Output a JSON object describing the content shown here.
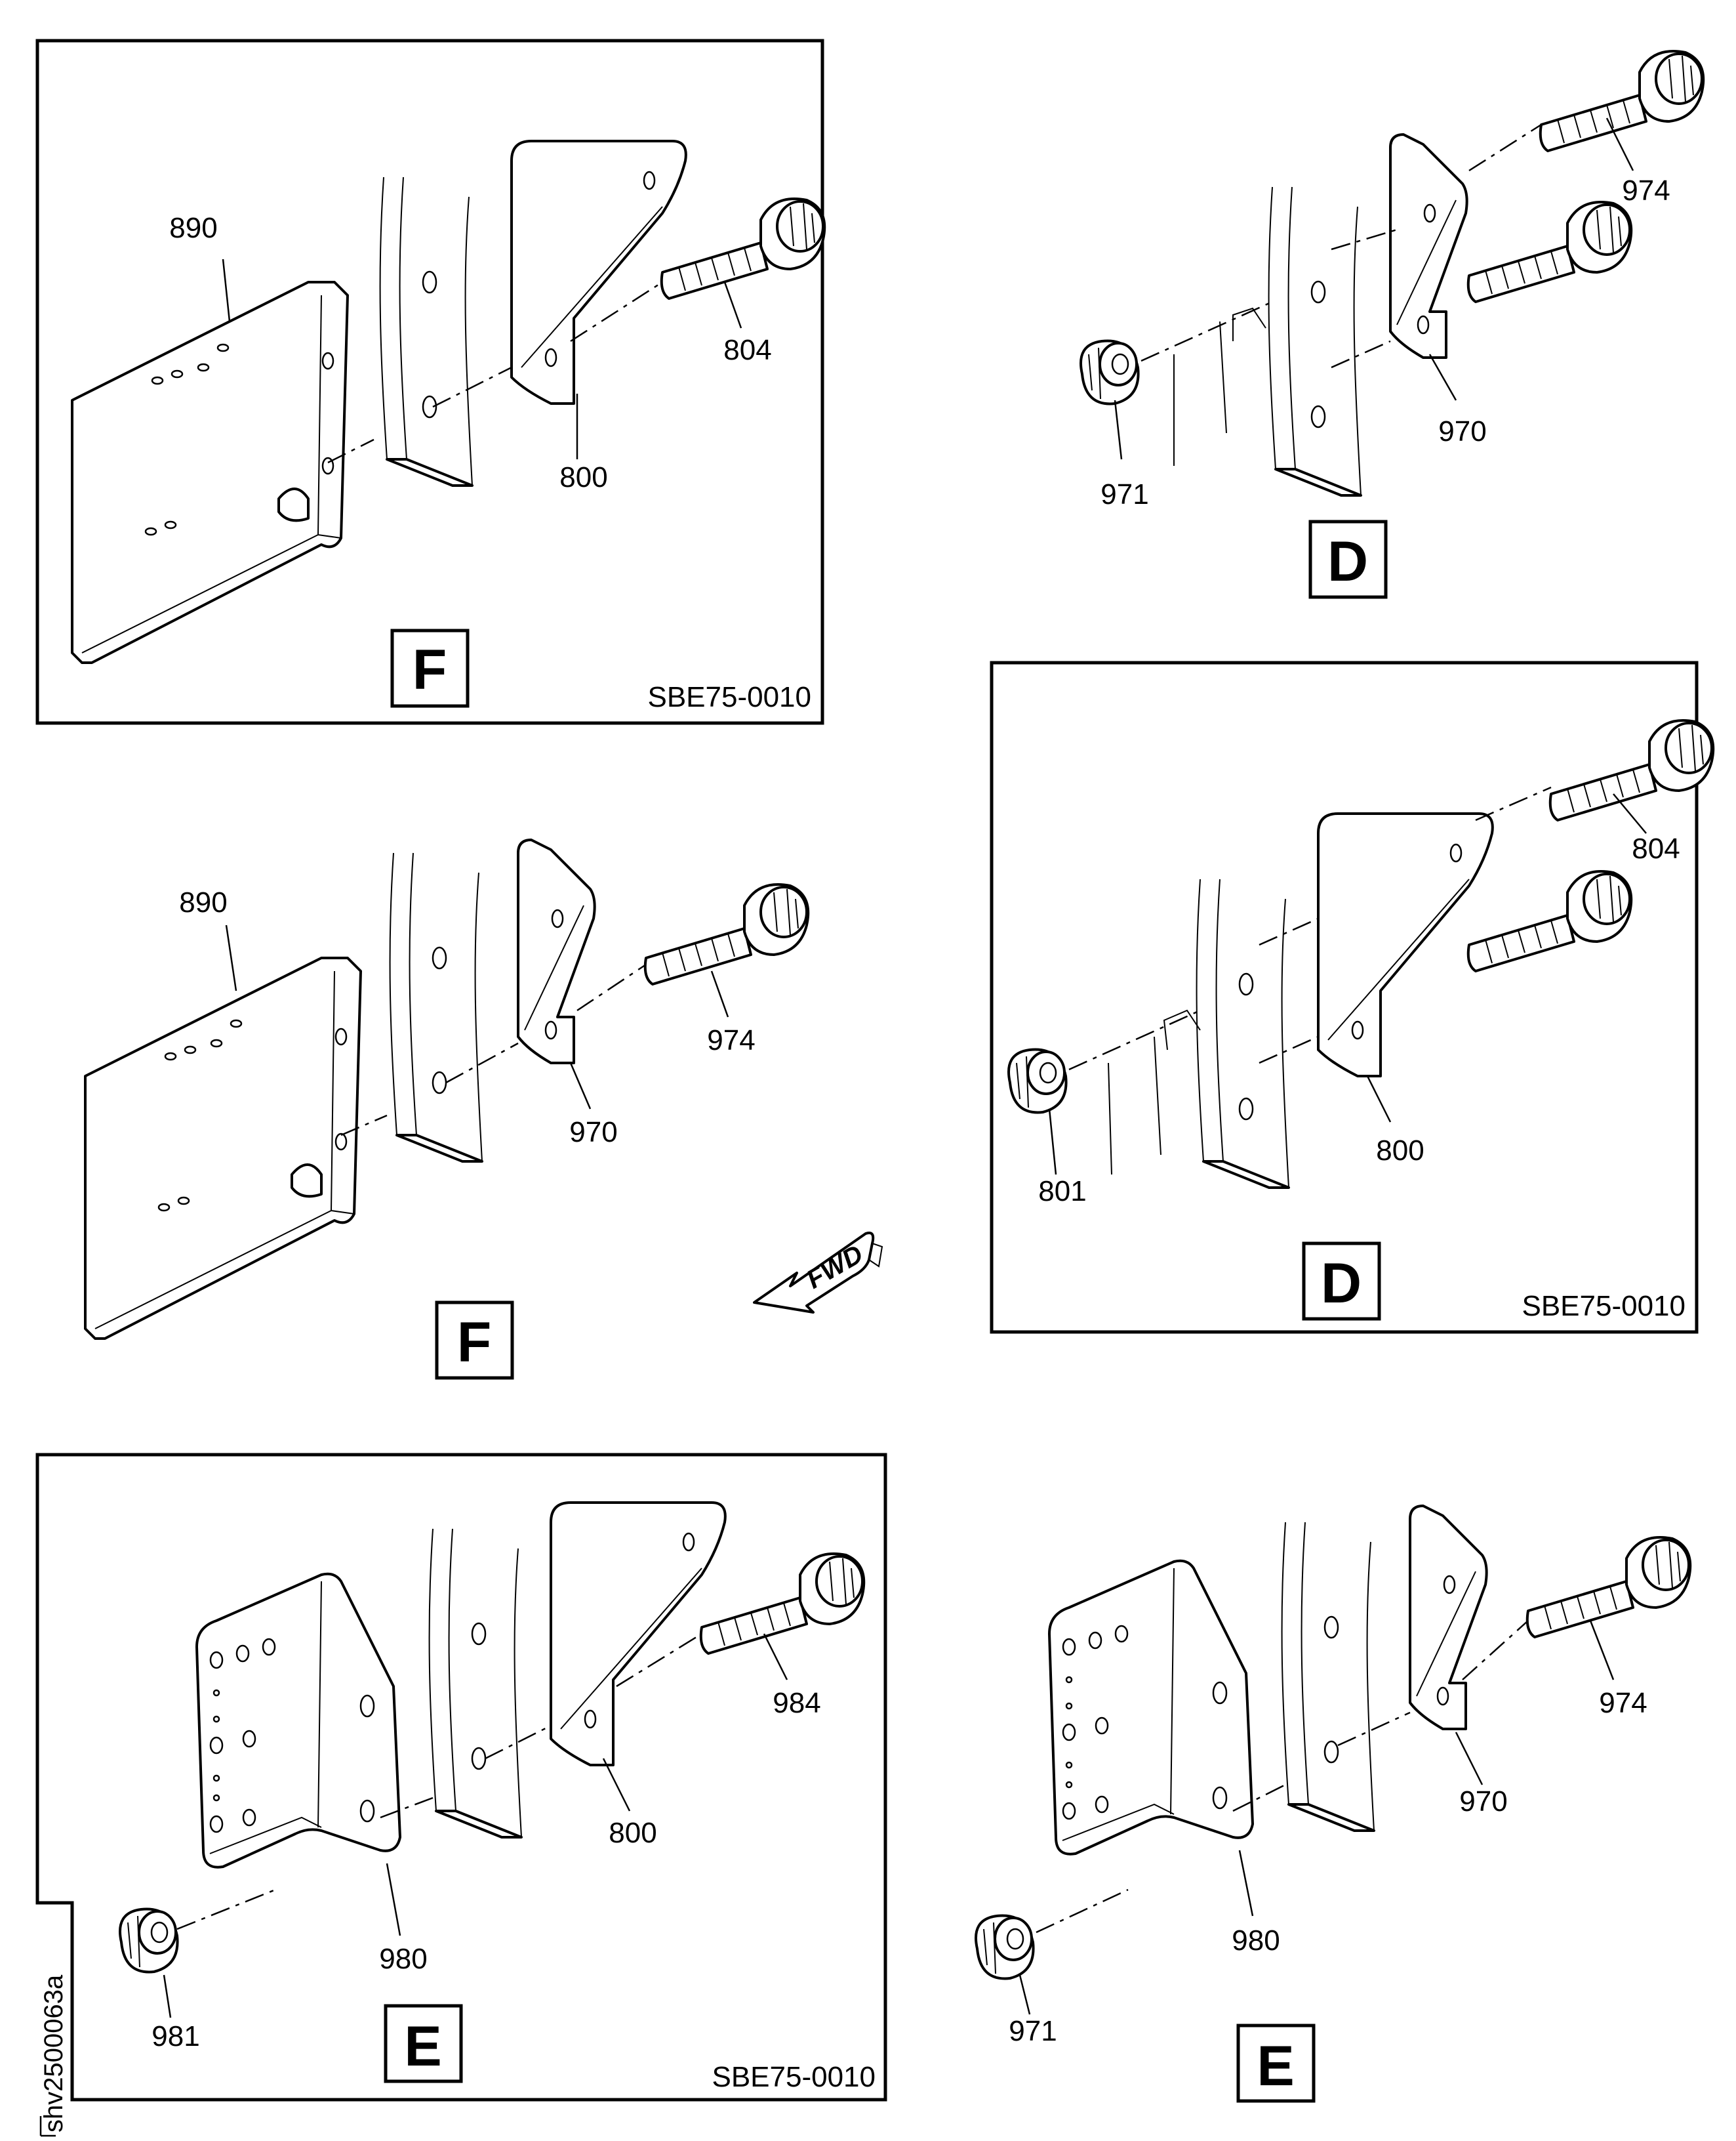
{
  "figure_id": "shv2500063a",
  "views": {
    "f_top": {
      "label": "F",
      "ref": "SBE75-0010",
      "callouts": [
        "890",
        "800",
        "804"
      ]
    },
    "d_top": {
      "label": "D",
      "callouts": [
        "974",
        "970",
        "971"
      ]
    },
    "f_mid": {
      "label": "F",
      "callouts": [
        "890",
        "970",
        "974"
      ]
    },
    "d_mid": {
      "label": "D",
      "ref": "SBE75-0010",
      "callouts": [
        "804",
        "800",
        "801"
      ]
    },
    "e_bot": {
      "label": "E",
      "ref": "SBE75-0010",
      "callouts": [
        "984",
        "800",
        "980",
        "981"
      ]
    },
    "e_right": {
      "label": "E",
      "callouts": [
        "974",
        "970",
        "980",
        "971"
      ]
    }
  },
  "fwd_arrow": {
    "label": "FWD"
  }
}
